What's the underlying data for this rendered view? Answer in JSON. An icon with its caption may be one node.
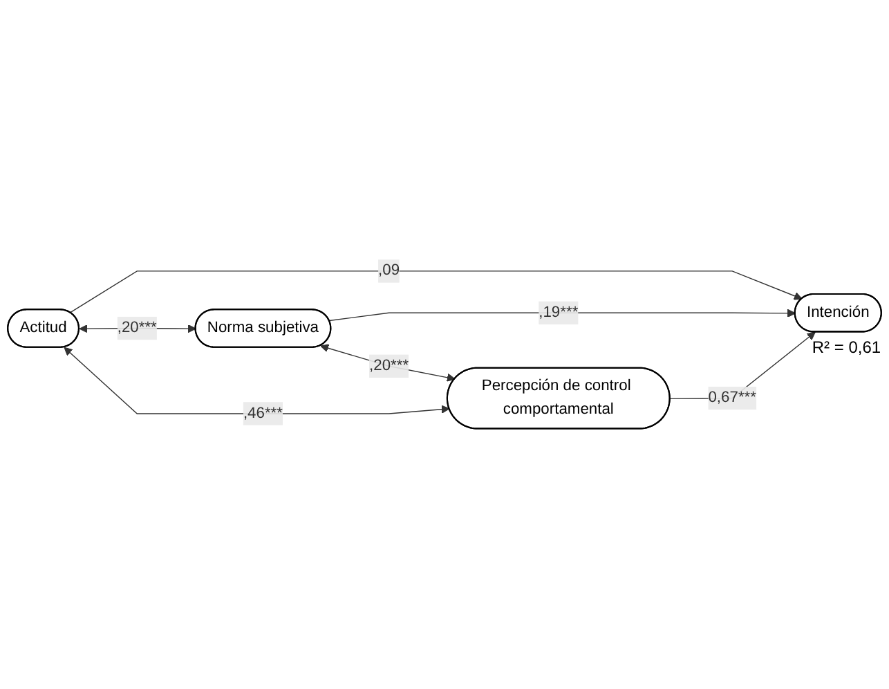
{
  "diagram": {
    "nodes": [
      {
        "text": [
          "Actitud"
        ]
      },
      {
        "text": [
          "Norma subjetiva"
        ]
      },
      {
        "text": [
          "Percepción de control comportamental"
        ]
      },
      {
        "text": [
          "Intención"
        ],
        "beside": [
          "R² = 0,61"
        ]
      }
    ],
    "edges": [
      {
        "from": 0,
        "to": 3,
        "arrow": "to",
        "label": ",09"
      },
      {
        "from": 0,
        "to": 1,
        "arrow": "both",
        "label": ",20***"
      },
      {
        "from": 1,
        "to": 3,
        "arrow": "to",
        "label": ",19***"
      },
      {
        "from": 1,
        "to": 2,
        "arrow": "both",
        "label": ",20***"
      },
      {
        "from": 0,
        "to": 2,
        "arrow": "both",
        "label": ",46***"
      },
      {
        "from": 2,
        "to": 3,
        "arrow": "to",
        "label": "0,67***"
      }
    ]
  }
}
